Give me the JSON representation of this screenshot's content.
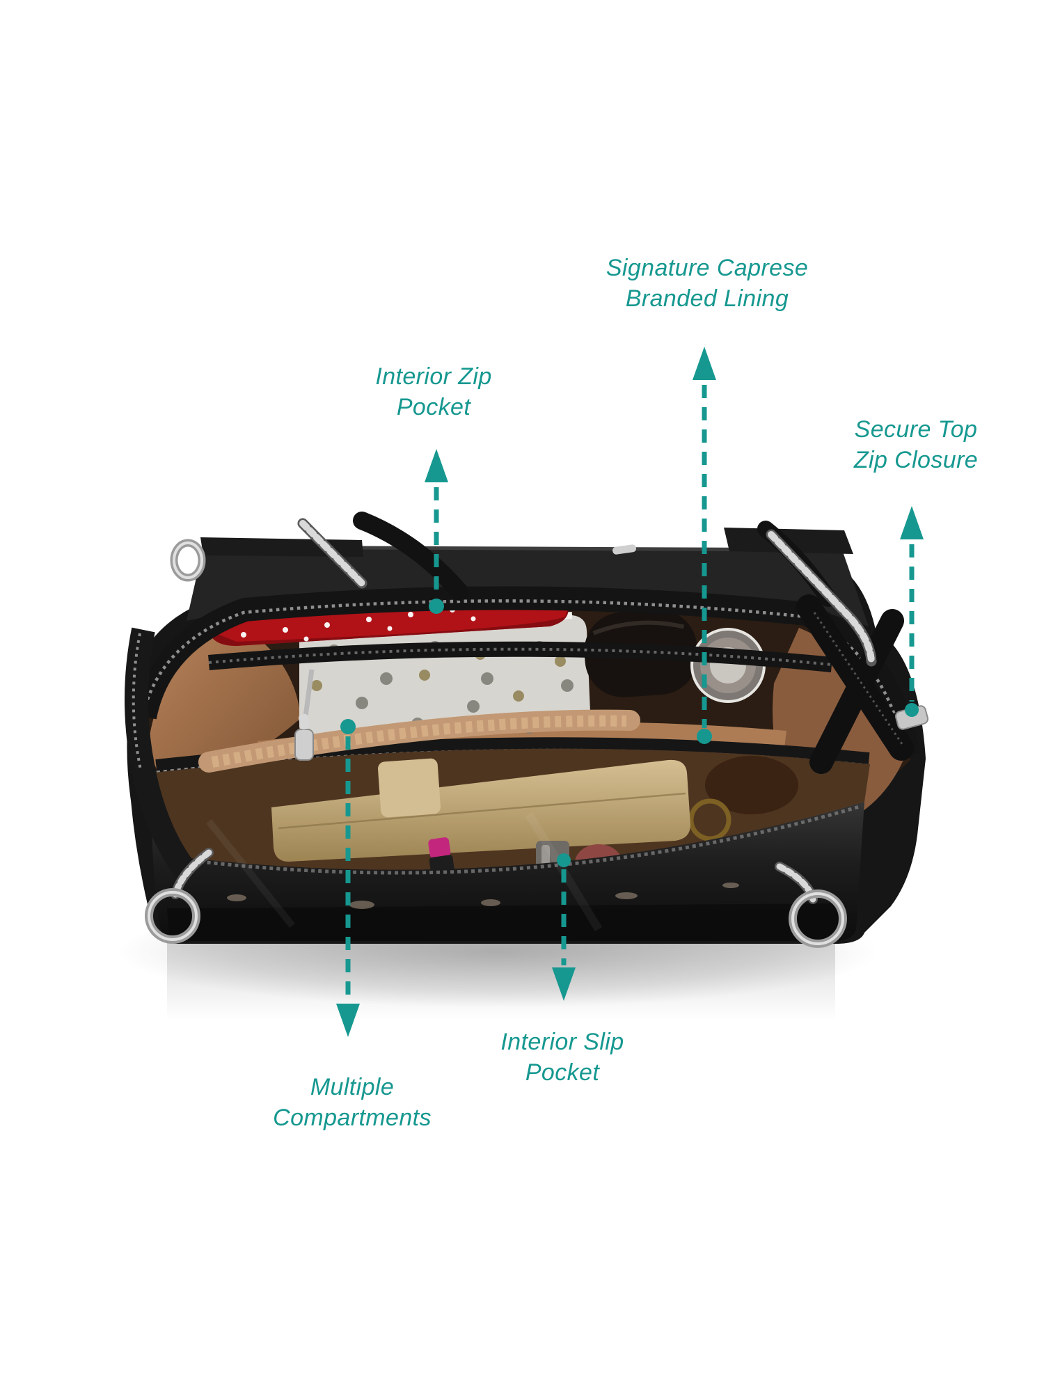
{
  "annotations": {
    "accent_color": "#169890",
    "labels": [
      {
        "id": "branded-lining",
        "lines": [
          "Signature Caprese",
          "Branded Lining"
        ]
      },
      {
        "id": "interior-zip-pocket",
        "lines": [
          "Interior Zip",
          "Pocket"
        ]
      },
      {
        "id": "secure-top-zip",
        "lines": [
          "Secure Top",
          "Zip Closure"
        ]
      },
      {
        "id": "multiple-compartments",
        "lines": [
          "Multiple",
          "Compartments"
        ]
      },
      {
        "id": "interior-slip-pocket",
        "lines": [
          "Interior Slip",
          "Pocket"
        ]
      }
    ]
  },
  "product_photo": {
    "description": "Open black leather handbag seen from above, showing tan branded lining, red studded pouch, polka-dot pouch, gold wallet, compact mirror, lipsticks and silver chain hardware",
    "colors": {
      "leather": "#1b1b1b",
      "lining": "#a5744f",
      "red_pouch": "#b11217",
      "gold_wallet": "#bba174",
      "hardware": "#cccccc"
    }
  }
}
